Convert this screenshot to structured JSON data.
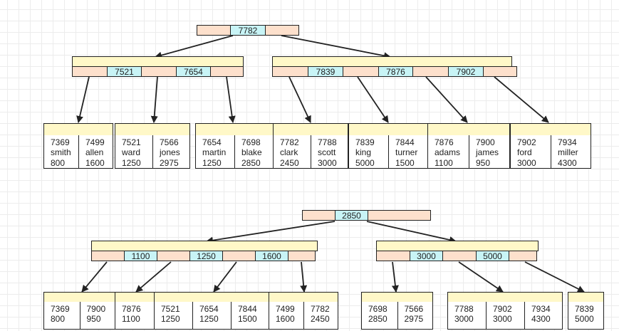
{
  "tree1": {
    "root_keys": [
      "7782"
    ],
    "internal_left_keys": [
      "7521",
      "7654"
    ],
    "internal_right_keys": [
      "7839",
      "7876",
      "7902"
    ],
    "leaves": [
      [
        [
          "7369",
          "smith",
          "800"
        ],
        [
          "7499",
          "allen",
          "1600"
        ]
      ],
      [
        [
          "7521",
          "ward",
          "1250"
        ],
        [
          "7566",
          "jones",
          "2975"
        ]
      ],
      [
        [
          "7654",
          "martin",
          "1250"
        ],
        [
          "7698",
          "blake",
          "2850"
        ]
      ],
      [
        [
          "7782",
          "clark",
          "2450"
        ],
        [
          "7788",
          "scott",
          "3000"
        ]
      ],
      [
        [
          "7839",
          "king",
          "5000"
        ],
        [
          "7844",
          "turner",
          "1500"
        ]
      ],
      [
        [
          "7876",
          "adams",
          "1100"
        ],
        [
          "7900",
          "james",
          "950"
        ]
      ],
      [
        [
          "7902",
          "ford",
          "3000"
        ],
        [
          "7934",
          "miller",
          "4300"
        ]
      ]
    ]
  },
  "tree2": {
    "root_keys": [
      "2850"
    ],
    "internal_left_keys": [
      "1100",
      "1250",
      "1600"
    ],
    "internal_right_keys": [
      "3000",
      "5000"
    ],
    "leaves": [
      [
        [
          "7369",
          "800"
        ],
        [
          "7900",
          "950"
        ]
      ],
      [
        [
          "7876",
          "1100"
        ]
      ],
      [
        [
          "7521",
          "1250"
        ],
        [
          "7654",
          "1250"
        ],
        [
          "7844",
          "1500"
        ]
      ],
      [
        [
          "7499",
          "1600"
        ],
        [
          "7782",
          "2450"
        ]
      ],
      [
        [
          "7698",
          "2850"
        ],
        [
          "7566",
          "2975"
        ]
      ],
      [
        [
          "7788",
          "3000"
        ],
        [
          "7902",
          "3000"
        ],
        [
          "7934",
          "4300"
        ]
      ],
      [
        [
          "7839",
          "5000"
        ]
      ]
    ]
  },
  "colors": {
    "header": "#fff8c8",
    "pointer_cell": "#fde0cc",
    "key_cell": "#c8f4f6",
    "line": "#222222"
  }
}
